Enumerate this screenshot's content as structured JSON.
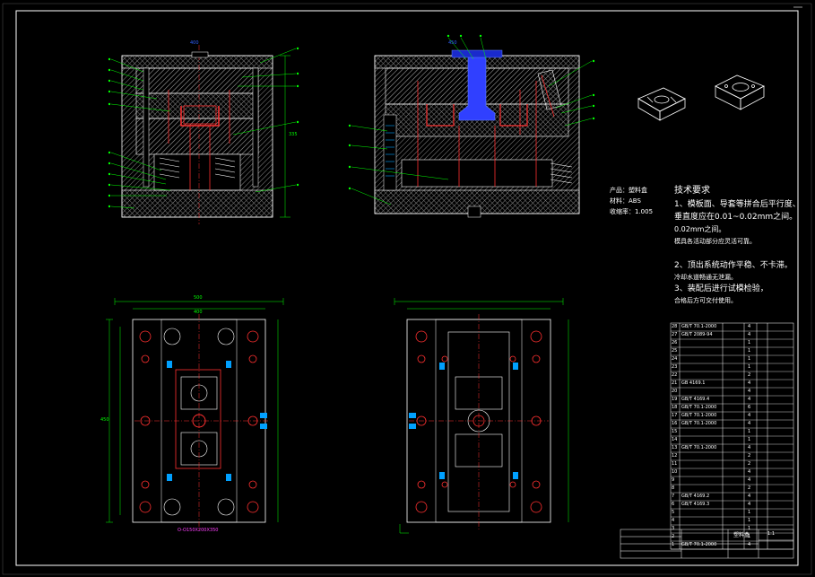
{
  "product": {
    "name_label": "产品：",
    "name": "塑料盒",
    "material_label": "材料：",
    "material": "ABS",
    "shrink_label": "收缩率：",
    "shrink": "1.005"
  },
  "tech": {
    "title": "技术要求",
    "lines": [
      "1、模板面、导套等拼合后平行度、",
      "垂直度应在0.01~0.02mm之间。",
      "0.02mm之间。",
      "模具各活动部分应灵活可靠。",
      "2、顶出系统动作平稳、不卡滞。",
      "冷却水道畅通无泄漏。",
      "3、装配后进行试模检验，",
      "合格后方可交付使用。"
    ]
  },
  "dims": {
    "top_left": "400",
    "top_right": "450",
    "side_right": "335",
    "plan_top_outer": "500",
    "plan_top_inner": "400",
    "plan_side": "450",
    "note_pink": "O-O150X200X350"
  },
  "bom": {
    "rows": [
      {
        "no": "28",
        "spec": "GB/T 70.1-2000",
        "qty": "4"
      },
      {
        "no": "27",
        "spec": "GB/T 2089-94",
        "qty": "4"
      },
      {
        "no": "26",
        "spec": "",
        "qty": "1"
      },
      {
        "no": "25",
        "spec": "",
        "qty": "1"
      },
      {
        "no": "24",
        "spec": "",
        "qty": "1"
      },
      {
        "no": "23",
        "spec": "",
        "qty": "1"
      },
      {
        "no": "22",
        "spec": "",
        "qty": "2"
      },
      {
        "no": "21",
        "spec": "GB 4169.1",
        "qty": "4"
      },
      {
        "no": "20",
        "spec": "",
        "qty": "4"
      },
      {
        "no": "19",
        "spec": "GB/T 4169.4",
        "qty": "4"
      },
      {
        "no": "18",
        "spec": "GB/T 70.1-2000",
        "qty": "6"
      },
      {
        "no": "17",
        "spec": "GB/T 70.1-2000",
        "qty": "4"
      },
      {
        "no": "16",
        "spec": "GB/T 70.1-2000",
        "qty": "4"
      },
      {
        "no": "15",
        "spec": "",
        "qty": "1"
      },
      {
        "no": "14",
        "spec": "",
        "qty": "1"
      },
      {
        "no": "13",
        "spec": "GB/T 70.1-2000",
        "qty": "4"
      },
      {
        "no": "12",
        "spec": "",
        "qty": "2"
      },
      {
        "no": "11",
        "spec": "",
        "qty": "2"
      },
      {
        "no": "10",
        "spec": "",
        "qty": "4"
      },
      {
        "no": "9",
        "spec": "",
        "qty": "4"
      },
      {
        "no": "8",
        "spec": "",
        "qty": "2"
      },
      {
        "no": "7",
        "spec": "GB/T 4169.2",
        "qty": "4"
      },
      {
        "no": "6",
        "spec": "GB/T 4169.3",
        "qty": "4"
      },
      {
        "no": "5",
        "spec": "",
        "qty": "1"
      },
      {
        "no": "4",
        "spec": "",
        "qty": "1"
      },
      {
        "no": "3",
        "spec": "",
        "qty": "1"
      },
      {
        "no": "2",
        "spec": "",
        "qty": "1"
      },
      {
        "no": "1",
        "spec": "GB/T 70.1-2000",
        "qty": "4"
      }
    ]
  },
  "title_block": {
    "drawing_name": "塑料盒",
    "scale": "1:1"
  },
  "colors": {
    "background": "#000000",
    "line": "#ffffff",
    "dimension": "#00ff00",
    "part": "#ff3030",
    "accent": "#00a0ff",
    "sprue": "#3040ff",
    "hatch": "#808080"
  }
}
